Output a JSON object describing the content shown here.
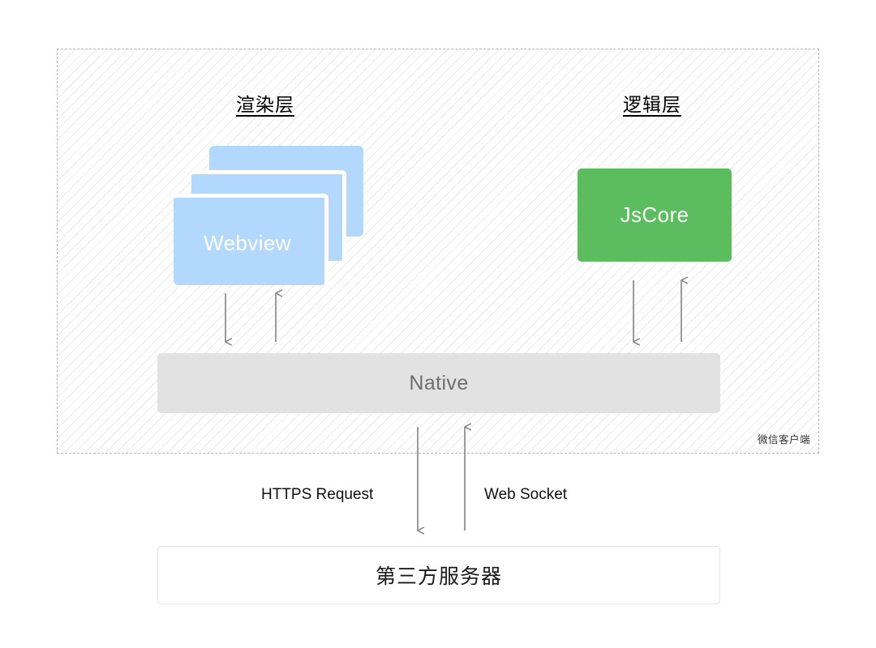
{
  "diagram": {
    "title_region": {
      "render_layer": "渲染层",
      "logic_layer": "逻辑层"
    },
    "client_container": {
      "label": "微信客户端",
      "border_style": "dashed",
      "border_color": "#b4b4b4",
      "hatch_color": "#ebebeb"
    },
    "nodes": {
      "webview": {
        "label": "Webview",
        "color": "#b2d8fd",
        "text_color": "#ffffff",
        "stack_count": 3
      },
      "jscore": {
        "label": "JsCore",
        "color": "#5cbd5f",
        "text_color": "#ffffff"
      },
      "native": {
        "label": "Native",
        "color": "#e2e2e2",
        "text_color": "#6e6e6e"
      },
      "server": {
        "label": "第三方服务器",
        "color": "#ffffff",
        "border_color": "#e3e3e3",
        "text_color": "#1a1a1a"
      }
    },
    "connections": [
      {
        "name": "webview-to-native",
        "direction": "down",
        "label": ""
      },
      {
        "name": "native-to-webview",
        "direction": "up",
        "label": ""
      },
      {
        "name": "jscore-to-native",
        "direction": "down",
        "label": ""
      },
      {
        "name": "native-to-jscore",
        "direction": "up",
        "label": ""
      },
      {
        "name": "native-to-server",
        "direction": "down",
        "label": "HTTPS Request"
      },
      {
        "name": "server-to-native",
        "direction": "up",
        "label": "Web Socket"
      }
    ],
    "flow_labels": {
      "https_request": "HTTPS Request",
      "web_socket": "Web Socket"
    },
    "arrow_color": "#8a8a8a"
  }
}
